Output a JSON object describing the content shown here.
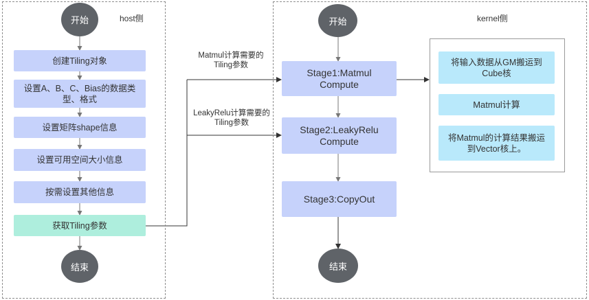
{
  "host": {
    "title": "host侧",
    "start": "开始",
    "end": "结束",
    "steps": [
      "创建Tiling对象",
      "设置A、B、C、Bias的数据类型、格式",
      "设置矩阵shape信息",
      "设置可用空间大小信息",
      "按需设置其他信息",
      "获取Tiling参数"
    ]
  },
  "kernel": {
    "title": "kernel侧",
    "start": "开始",
    "end": "结束",
    "stages": [
      "Stage1:Matmul Compute",
      "Stage2:LeakyRelu Compute",
      "Stage3:CopyOut"
    ],
    "detail_steps": [
      "将输入数据从GM搬运到Cube核",
      "Matmul计算",
      "将Matmul的计算结果搬运到Vector核上。"
    ]
  },
  "edge_labels": {
    "matmul_tiling": "Matmul计算需要的Tiling参数",
    "leakyrelu_tiling": "LeakyRelu计算需要的Tiling参数"
  },
  "colors": {
    "circle": "#5f6368",
    "step_box": "#c6d2fb",
    "tiling_box": "#aeeedd",
    "detail_box": "#b9e9fb",
    "wire": "#333333"
  }
}
